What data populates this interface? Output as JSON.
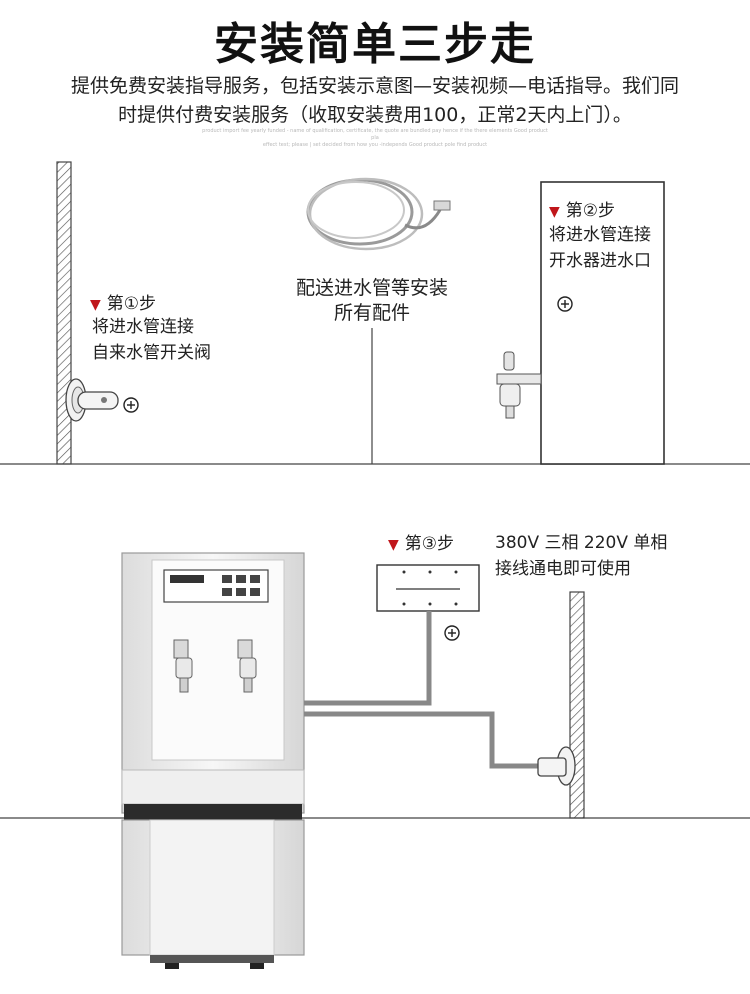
{
  "title": "安装简单三步走",
  "intro": {
    "line1": "提供免费安装指导服务，包括安装示意图—安装视频—电话指导。我们同",
    "line2": "时提供付费安装服务（收取安装费用100，正常2天内上门）。"
  },
  "fine_print": {
    "line1": "product import fee yearly funded - name of qualification, certificate, the quote are bundled pay hence if the there elements Good product pla",
    "line2": "effect test; please | set decided from how you -independs Good product pole find product"
  },
  "parts_caption": {
    "line1": "配送进水管等安装",
    "line2": "所有配件"
  },
  "steps": [
    {
      "number": "第①步",
      "line1": "将进水管连接",
      "line2": "自来水管开关阀"
    },
    {
      "number": "第②步",
      "line1": "将进水管连接",
      "line2": "开水器进水口"
    },
    {
      "number": "第③步",
      "line1": "380V 三相 220V 单相",
      "line2": "接线通电即可使用"
    }
  ],
  "colors": {
    "step_marker": "#c0161b",
    "pipe": "#888888",
    "wall_hatch": "#555555",
    "line": "#444444"
  }
}
